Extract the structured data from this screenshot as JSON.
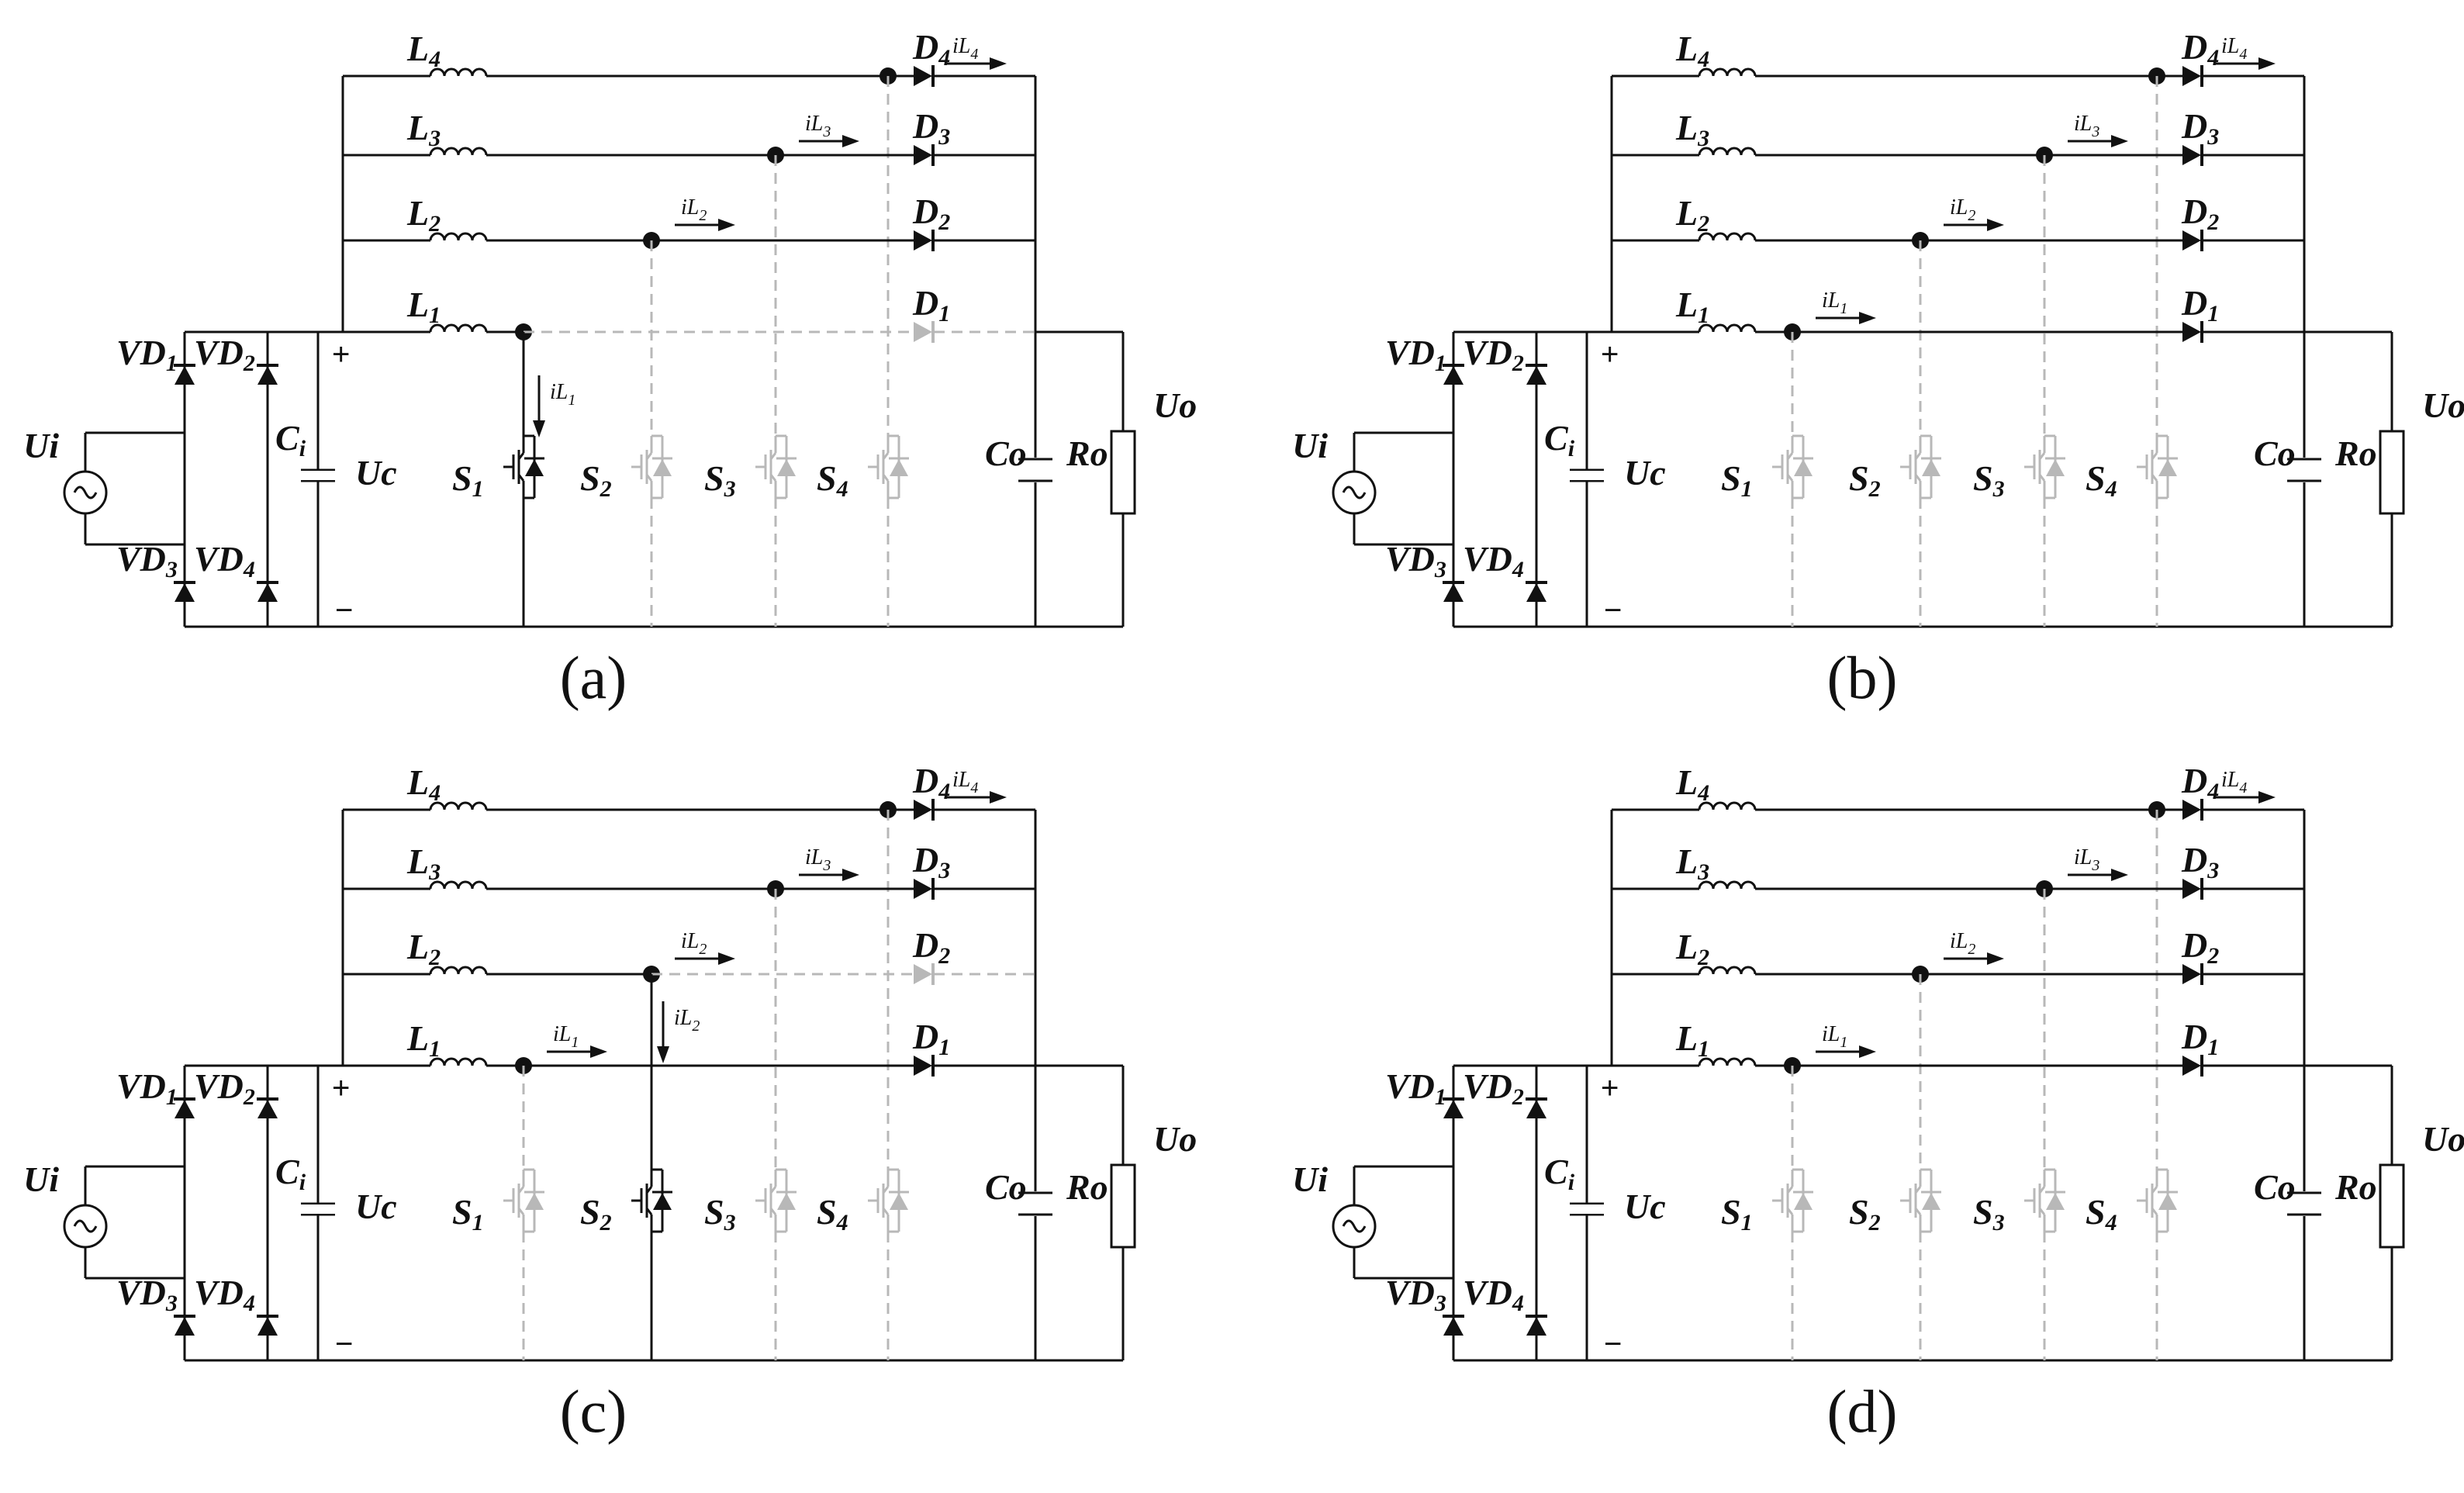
{
  "panels": [
    {
      "id": "a",
      "caption": "(a)",
      "active_switches": [
        "S1"
      ],
      "active_diodes": [
        "D2",
        "D3",
        "D4"
      ],
      "currents": [
        {
          "base": "iL",
          "sub": "4"
        },
        {
          "base": "iL",
          "sub": "3"
        },
        {
          "base": "iL",
          "sub": "2"
        },
        {
          "base": "iL",
          "sub": "1"
        }
      ]
    },
    {
      "id": "b",
      "caption": "(b)",
      "active_switches": [],
      "active_diodes": [
        "D1",
        "D2",
        "D3",
        "D4"
      ],
      "currents": [
        {
          "base": "iL",
          "sub": "4"
        },
        {
          "base": "iL",
          "sub": "3"
        },
        {
          "base": "iL",
          "sub": "2"
        },
        {
          "base": "iL",
          "sub": "1"
        }
      ]
    },
    {
      "id": "c",
      "caption": "(c)",
      "active_switches": [
        "S2"
      ],
      "active_diodes": [
        "D1",
        "D3",
        "D4"
      ],
      "currents": [
        {
          "base": "iL",
          "sub": "4"
        },
        {
          "base": "iL",
          "sub": "3"
        },
        {
          "base": "iL",
          "sub": "2"
        },
        {
          "base": "iL",
          "sub": "1"
        }
      ]
    },
    {
      "id": "d",
      "caption": "(d)",
      "active_switches": [],
      "active_diodes": [
        "D1",
        "D2",
        "D3",
        "D4"
      ],
      "currents": [
        {
          "base": "iL",
          "sub": "4"
        },
        {
          "base": "iL",
          "sub": "3"
        },
        {
          "base": "iL",
          "sub": "2"
        },
        {
          "base": "iL",
          "sub": "1"
        }
      ]
    }
  ],
  "component_labels": {
    "inductors": [
      {
        "base": "L",
        "sub": "4"
      },
      {
        "base": "L",
        "sub": "3"
      },
      {
        "base": "L",
        "sub": "2"
      },
      {
        "base": "L",
        "sub": "1"
      }
    ],
    "diodes": [
      {
        "base": "D",
        "sub": "4"
      },
      {
        "base": "D",
        "sub": "3"
      },
      {
        "base": "D",
        "sub": "2"
      },
      {
        "base": "D",
        "sub": "1"
      }
    ],
    "switches": [
      {
        "base": "S",
        "sub": "1"
      },
      {
        "base": "S",
        "sub": "2"
      },
      {
        "base": "S",
        "sub": "3"
      },
      {
        "base": "S",
        "sub": "4"
      }
    ],
    "rectifier": [
      {
        "base": "VD",
        "sub": "1"
      },
      {
        "base": "VD",
        "sub": "2"
      },
      {
        "base": "VD",
        "sub": "3"
      },
      {
        "base": "VD",
        "sub": "4"
      }
    ],
    "source": "Ui",
    "input_cap": {
      "base": "C",
      "sub": "i"
    },
    "cap_voltage": "Uc",
    "output_cap": "Co",
    "load": "Ro",
    "output_voltage": "Uo",
    "plus": "+",
    "minus": "−"
  },
  "colors": {
    "active": "#111111",
    "inactive": "#b8b8b8"
  }
}
